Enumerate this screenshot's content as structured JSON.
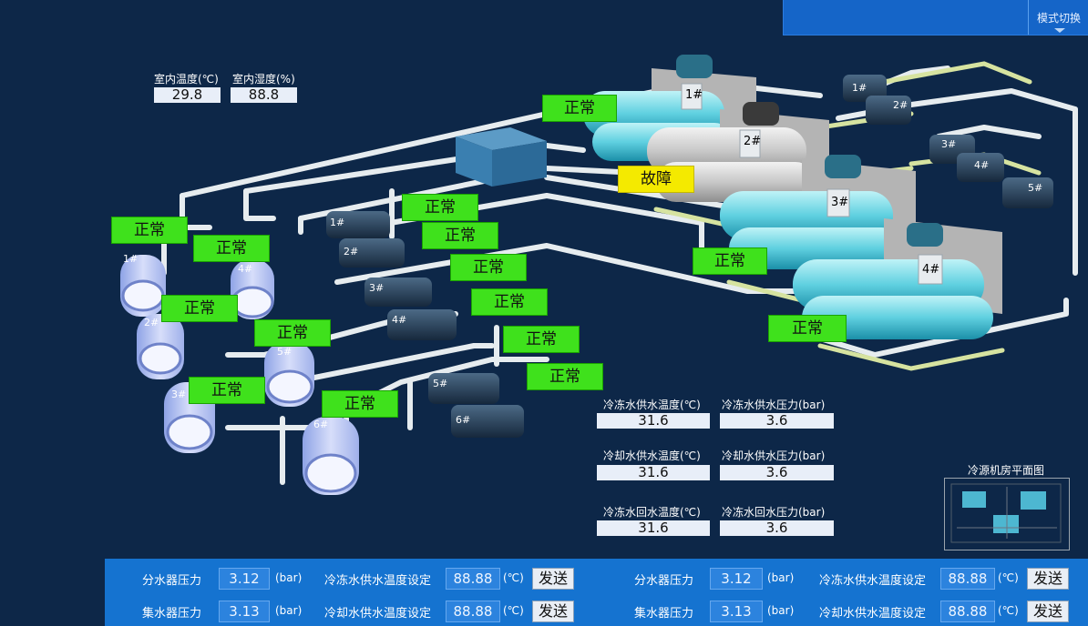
{
  "header": {
    "mode_switch": "模式切换"
  },
  "room": {
    "temp_label": "室内温度(℃)",
    "temp_value": "29.8",
    "humidity_label": "室内湿度(%)",
    "humidity_value": "88.8"
  },
  "readings": {
    "chw_supply_temp_label": "冷冻水供水温度(℃)",
    "chw_supply_temp_value": "31.6",
    "chw_supply_press_label": "冷冻水供水压力(bar)",
    "chw_supply_press_value": "3.6",
    "cw_supply_temp_label": "冷却水供水温度(℃)",
    "cw_supply_temp_value": "31.6",
    "cw_supply_press_label": "冷却水供水压力(bar)",
    "cw_supply_press_value": "3.6",
    "chw_return_temp_label": "冷冻水回水温度(℃)",
    "chw_return_temp_value": "31.6",
    "chw_return_press_label": "冷冻水回水压力(bar)",
    "chw_return_press_value": "3.6"
  },
  "status_labels": {
    "normal": "正常",
    "fault": "故障"
  },
  "equipment": {
    "chillers": [
      "1#",
      "2#",
      "3#",
      "4#"
    ],
    "towers": [
      "1#",
      "2#",
      "3#",
      "4#",
      "5#",
      "6#"
    ],
    "pump_group_a": [
      "1#",
      "2#",
      "3#",
      "4#"
    ],
    "pump_group_b": [
      "5#",
      "6#"
    ],
    "pump_group_c": [
      "1#",
      "2#",
      "3#",
      "4#",
      "5#"
    ]
  },
  "plan": {
    "title": "冷源机房平面图"
  },
  "bottom": {
    "left": {
      "distributor_label": "分水器压力",
      "distributor_value": "3.12",
      "collector_label": "集水器压力",
      "collector_value": "3.13",
      "bar_unit": "(bar)",
      "chw_set_label": "冷冻水供水温度设定",
      "chw_set_value": "88.88",
      "cw_set_label": "冷却水供水温度设定",
      "cw_set_value": "88.88",
      "c_unit": "(℃)",
      "send": "发送"
    },
    "right": {
      "distributor_label": "分水器压力",
      "distributor_value": "3.12",
      "collector_label": "集水器压力",
      "collector_value": "3.13",
      "bar_unit": "(bar)",
      "chw_set_label": "冷冻水供水温度设定",
      "chw_set_value": "88.88",
      "cw_set_label": "冷却水供水温度设定",
      "cw_set_value": "88.88",
      "c_unit": "(℃)",
      "send": "发送"
    }
  },
  "colors": {
    "background": "#0d2748",
    "normal": "#3fe11c",
    "fault": "#f4ea00",
    "accent": "#1565c8"
  }
}
